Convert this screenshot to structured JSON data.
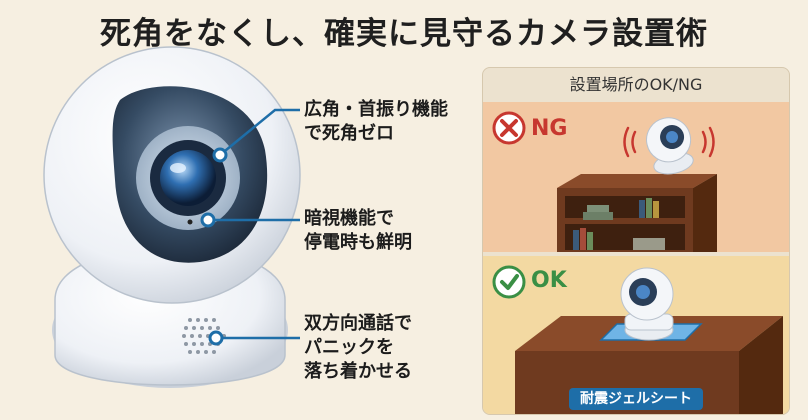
{
  "title": "死角をなくし、確実に見守るカメラ設置術",
  "callouts": [
    {
      "line1": "広角・首振り機能",
      "line2": "で死角ゼロ"
    },
    {
      "line1": "暗視機能で",
      "line2": "停電時も鮮明"
    },
    {
      "line1": "双方向通話で",
      "line2": "パニックを",
      "line3": "落ち着かせる"
    }
  ],
  "placement": {
    "header": "設置場所のOK/NG",
    "ng_label": "NG",
    "ok_label": "OK",
    "mat_label": "耐震ジェルシート"
  },
  "colors": {
    "ng": "#c7372f",
    "ok": "#3a8f45",
    "accent_blue": "#1e6ea8"
  },
  "icons": {
    "ng": "x-circle-icon",
    "ok": "check-circle-icon"
  }
}
